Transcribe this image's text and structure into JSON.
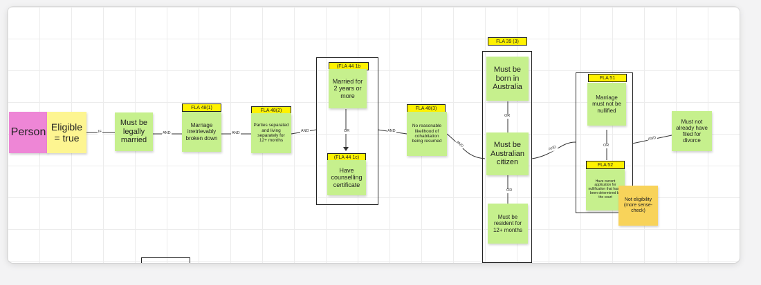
{
  "nodes": {
    "person": "Person",
    "eligible": "Eligible = true",
    "legally_married": "Must be legally married",
    "fla48_1": "Marriage irretrievably broken down",
    "fla48_2": "Parties separated and living separately for 12+ months",
    "fla44_1b": "Married for 2 years or more",
    "fla44_1c": "Have counselling certificate",
    "fla48_3": "No reasonable likelihood of cohabitation being resumed",
    "born_au": "Must be born in Australia",
    "au_citizen": "Must be Australian citizen",
    "resident": "Must be resident for 12+ months",
    "not_nullified": "Marriage must not be nullified",
    "fla52_note": "Have current application for nullification that hasn't been determined by the court",
    "not_filed": "Must not already have filed for divorce",
    "not_eligibility": "Not eligibility (more sense-check)"
  },
  "tags": {
    "fla48_1": "FLA 48(1)",
    "fla48_2": "FLA 48(2)",
    "fla44_1b": "(FLA 44 1b",
    "fla44_1c": "(FLA 44 1c)",
    "fla48_3": "FLA 48(3)",
    "fla39_3": "FLA 39 (3)",
    "fla51": "FLA 51",
    "fla52": "FLA 52"
  },
  "connectors": {
    "if": "IF",
    "and": "AND",
    "or": "OR"
  },
  "colors": {
    "green_note": "#c6f08d",
    "pink_note": "#ee86d6",
    "yellow_note": "#fdf591",
    "orange_note": "#f8d35a",
    "tag_yellow": "#fff200"
  }
}
